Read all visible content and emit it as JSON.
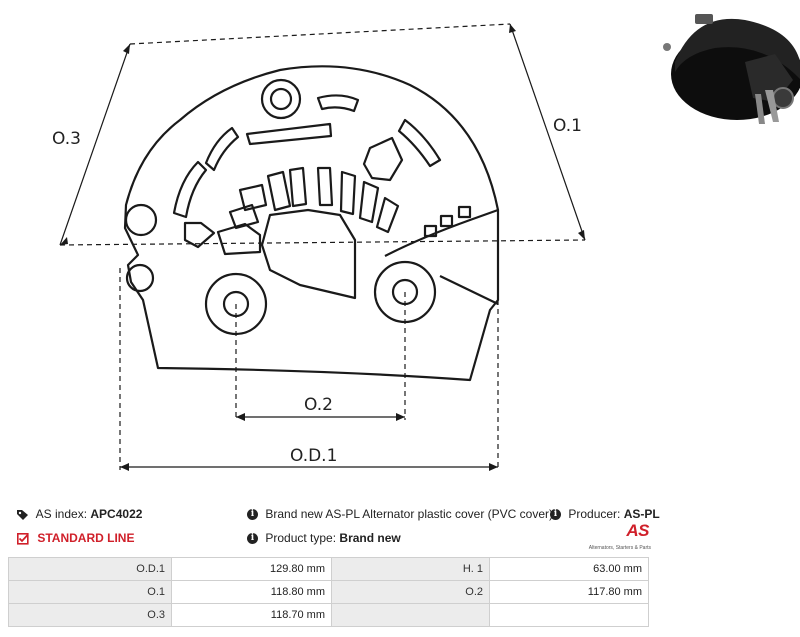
{
  "drawing": {
    "dimension_labels": {
      "od1": "O.D.1",
      "o1": "O.1",
      "o2": "O.2",
      "o3": "O.3"
    }
  },
  "product_photo": {
    "icon": "alternator-cover-photo"
  },
  "info": {
    "as_index_label": "AS index:",
    "as_index_value": "APC4022",
    "standard_line": "STANDARD LINE",
    "description": "Brand new AS-PL Alternator plastic cover (PVC cover)",
    "product_type_label": "Product type:",
    "product_type_value": "Brand new",
    "producer_label": "Producer:",
    "producer_value": "AS-PL"
  },
  "logo": {
    "word": "AS",
    "tagline": "Alternators, Starters & Parts",
    "color": "#d0202a"
  },
  "specs": {
    "rows": [
      {
        "l1": "O.D.1",
        "v1": "129.80 mm",
        "l2": "H. 1",
        "v2": "63.00 mm"
      },
      {
        "l1": "O.1",
        "v1": "118.80 mm",
        "l2": "O.2",
        "v2": "117.80 mm"
      },
      {
        "l1": "O.3",
        "v1": "118.70 mm",
        "l2": "",
        "v2": ""
      }
    ]
  }
}
